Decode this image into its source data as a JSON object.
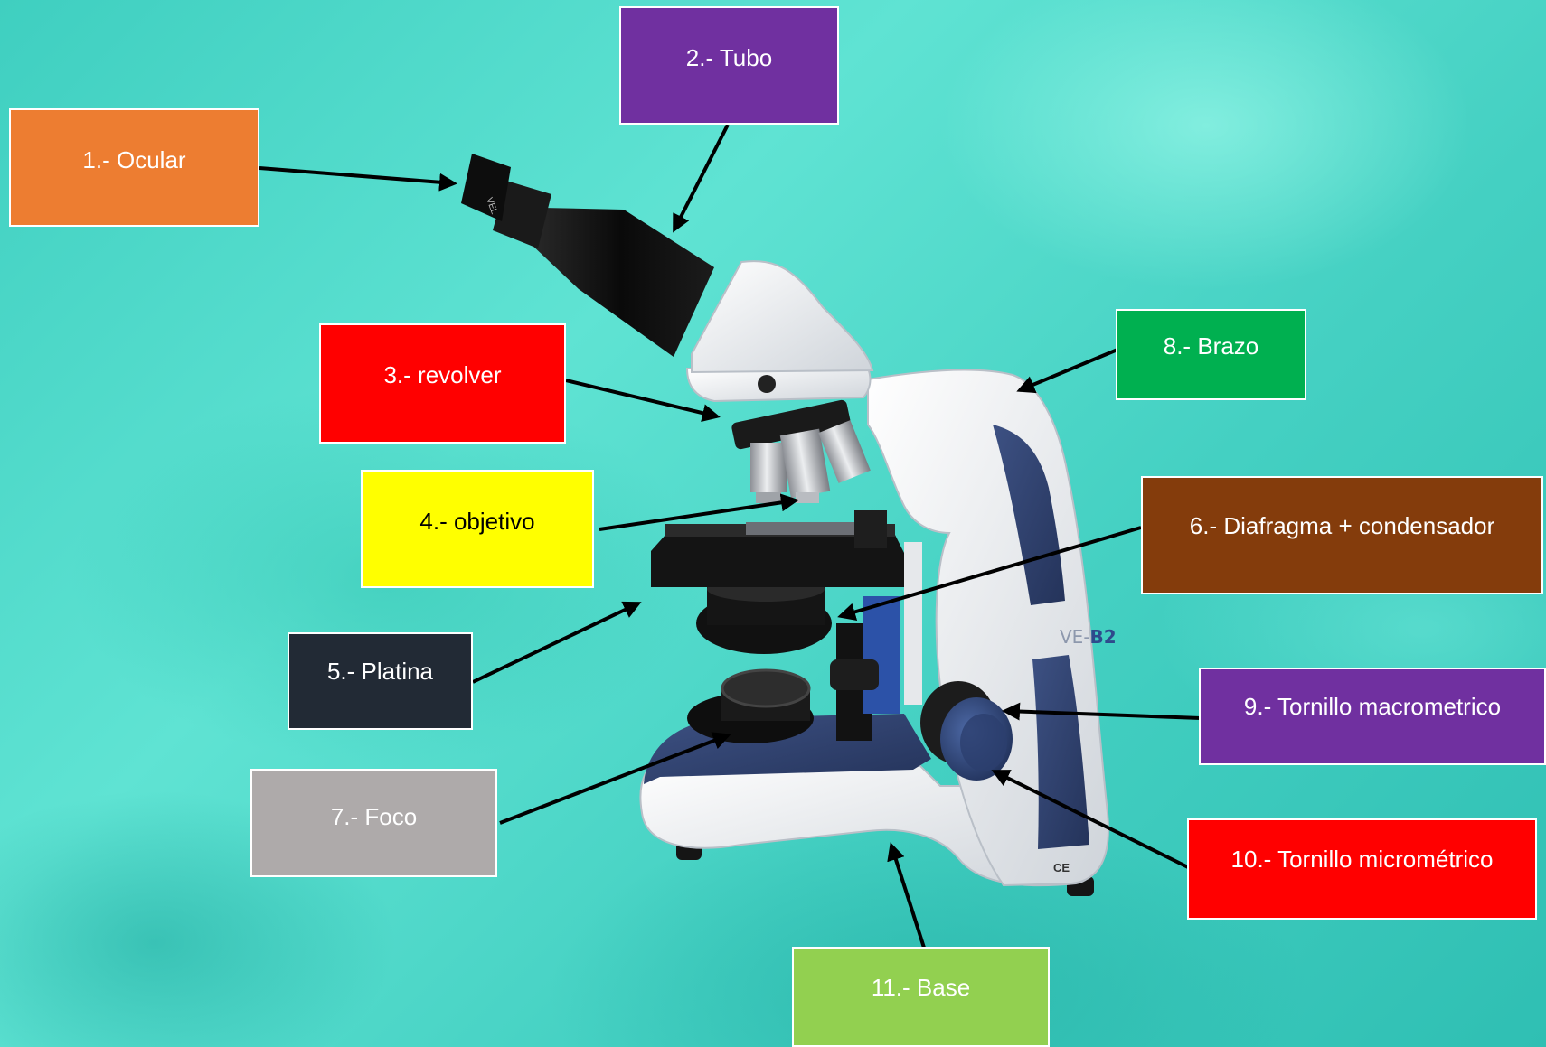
{
  "labels": [
    {
      "key": "ocular",
      "text": "1.- Ocular",
      "bg": "#ed7d31",
      "color": "#ffffff"
    },
    {
      "key": "tubo",
      "text": "2.- Tubo",
      "bg": "#7030a0",
      "color": "#ffffff"
    },
    {
      "key": "revolver",
      "text": "3.- revolver",
      "bg": "#ff0000",
      "color": "#ffffff"
    },
    {
      "key": "objetivo",
      "text": "4.- objetivo",
      "bg": "#ffff00",
      "color": "#000000"
    },
    {
      "key": "platina",
      "text": "5.- Platina",
      "bg": "#222a35",
      "color": "#ffffff"
    },
    {
      "key": "diafragma",
      "text": "6.- Diafragma + condensador",
      "bg": "#843c0c",
      "color": "#ffffff"
    },
    {
      "key": "foco",
      "text": "7.- Foco",
      "bg": "#aeaaaa",
      "color": "#ffffff"
    },
    {
      "key": "brazo",
      "text": "8.- Brazo",
      "bg": "#00b050",
      "color": "#ffffff"
    },
    {
      "key": "macrometrico",
      "text": "9.- Tornillo macrometrico",
      "bg": "#7030a0",
      "color": "#ffffff"
    },
    {
      "key": "micrometrico",
      "text": "10.- Tornillo micrométrico",
      "bg": "#ff0000",
      "color": "#ffffff"
    },
    {
      "key": "base",
      "text": "11.- Base",
      "bg": "#92d050",
      "color": "#ffffff"
    }
  ],
  "microscope": {
    "model_prefix": "VE-",
    "model_suffix": "B2",
    "ce_mark": "CE",
    "eyepiece_text": "VEL"
  },
  "colors": {
    "body_white": "#eef0f2",
    "body_shadow": "#cfd4da",
    "navy": "#2e3f6b",
    "black": "#111111",
    "arrow": "#000000"
  }
}
